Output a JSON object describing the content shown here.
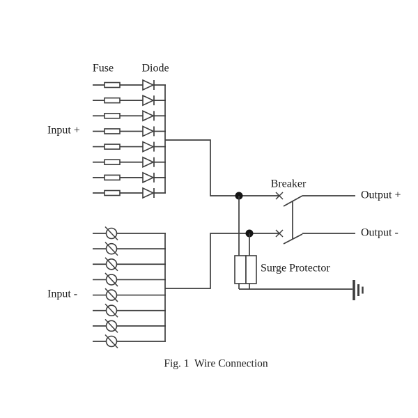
{
  "figure": {
    "caption": "Fig. 1  Wire Connection"
  },
  "labels": {
    "fuse": "Fuse",
    "diode": "Diode",
    "input_plus": "Input +",
    "input_minus": "Input -",
    "breaker": "Breaker",
    "output_plus": "Output +",
    "output_minus": "Output -",
    "surge_protector": "Surge Protector"
  },
  "diagram": {
    "input_plus_branches": 8,
    "input_minus_branches": 8,
    "colors": {
      "line": "#3d3d3d",
      "text": "#1b1b1b",
      "background": "#ffffff",
      "junction_dot": "#141414"
    }
  }
}
